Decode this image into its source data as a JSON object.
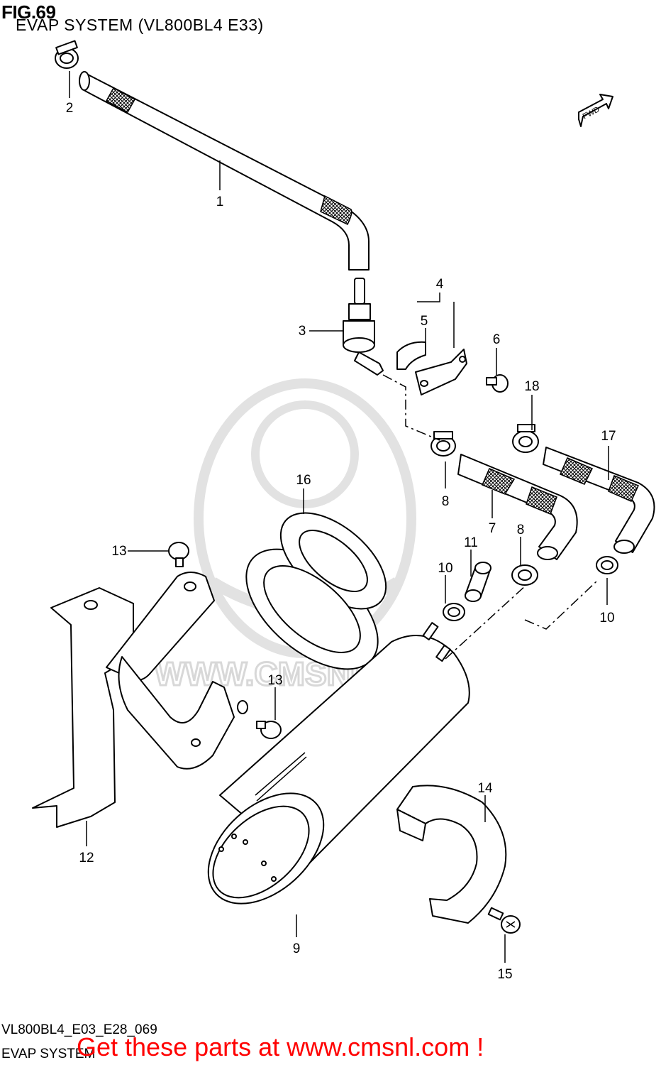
{
  "header": {
    "fig_number": "FIG.69",
    "subtitle": "EVAP SYSTEM (VL800BL4 E33)"
  },
  "footer": {
    "drawing_code": "VL800BL4_E03_E28_069",
    "section_name": "EVAP SYSTEM",
    "call_to_action": "Get these parts at www.cmsnl.com !"
  },
  "watermark": {
    "text": "WWW.CMSNL.COM"
  },
  "fwd_indicator": "FWD",
  "part_labels": {
    "p1": "1",
    "p2": "2",
    "p3": "3",
    "p4": "4",
    "p5": "5",
    "p6": "6",
    "p7": "7",
    "p8a": "8",
    "p8b": "8",
    "p9": "9",
    "p10a": "10",
    "p10b": "10",
    "p11": "11",
    "p12": "12",
    "p13a": "13",
    "p13b": "13",
    "p14": "14",
    "p15": "15",
    "p16": "16",
    "p17": "17",
    "p18": "18"
  },
  "colors": {
    "line": "#000000",
    "watermark": "#d8d8d8",
    "cta": "#ff0000"
  }
}
